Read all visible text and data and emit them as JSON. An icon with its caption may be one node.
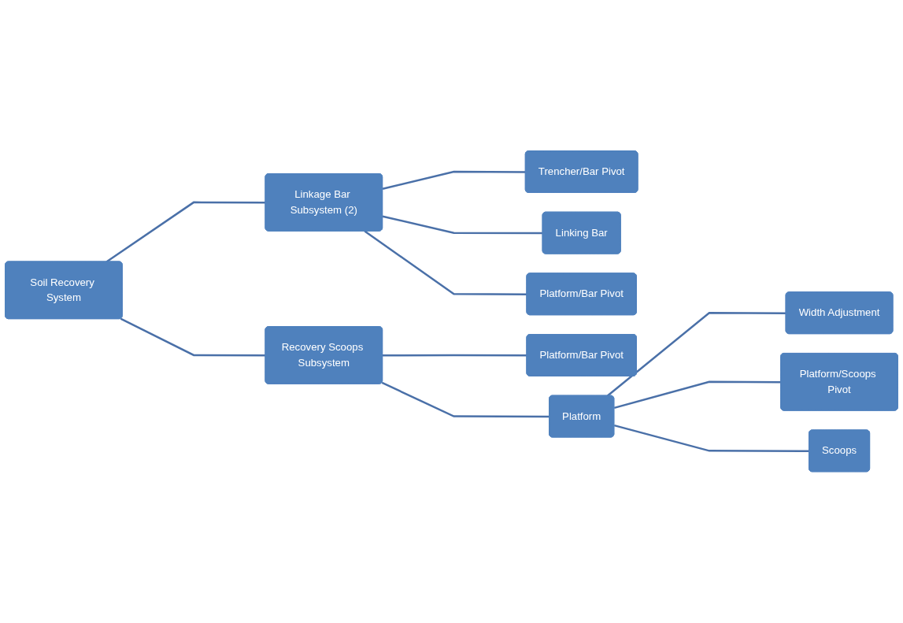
{
  "diagram": {
    "nodes": [
      {
        "text": [
          "Soil Recovery System"
        ]
      },
      {
        "text": [
          "Linkage Bar Subsystem (2)"
        ]
      },
      {
        "text": [
          "Trencher/Bar Pivot"
        ]
      },
      {
        "text": [
          "Linking Bar"
        ]
      },
      {
        "text": [
          "Platform/Bar Pivot"
        ]
      },
      {
        "text": [
          "Recovery Scoops Subsystem"
        ]
      },
      {
        "text": [
          "Platform/Bar Pivot"
        ]
      },
      {
        "text": [
          "Platform"
        ]
      },
      {
        "text": [
          "Width Adjustment"
        ]
      },
      {
        "text": [
          "Platform/Scoops Pivot"
        ]
      },
      {
        "text": [
          "Scoops"
        ]
      }
    ],
    "edges": [
      {
        "from": 0,
        "to": 1,
        "arrow": "none"
      },
      {
        "from": 0,
        "to": 5,
        "arrow": "none"
      },
      {
        "from": 1,
        "to": 2,
        "arrow": "none"
      },
      {
        "from": 1,
        "to": 3,
        "arrow": "none"
      },
      {
        "from": 1,
        "to": 4,
        "arrow": "none"
      },
      {
        "from": 5,
        "to": 6,
        "arrow": "none"
      },
      {
        "from": 5,
        "to": 7,
        "arrow": "none"
      },
      {
        "from": 7,
        "to": 8,
        "arrow": "none"
      },
      {
        "from": 7,
        "to": 9,
        "arrow": "none"
      },
      {
        "from": 7,
        "to": 10,
        "arrow": "none"
      }
    ]
  }
}
